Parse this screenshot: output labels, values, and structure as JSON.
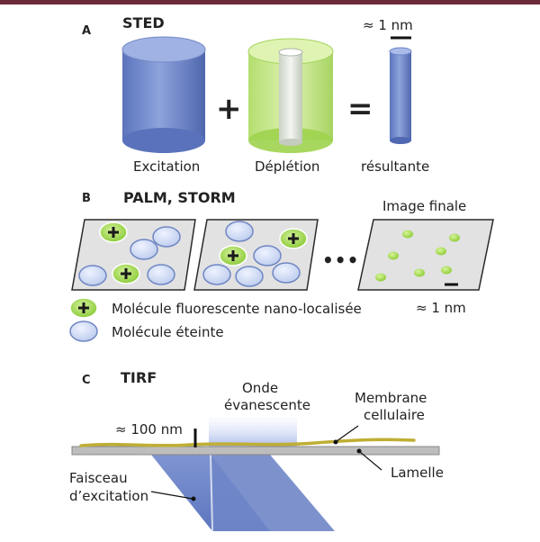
{
  "colors": {
    "top_bar": "#6b2a3a",
    "blue_fill": "#6c86c8",
    "blue_light": "#dbe4f6",
    "green_fill": "#b6e06a",
    "green_bright": "#8ccf34",
    "panel_fill": "#e2e2e2",
    "membrane": "#bfae34",
    "lamelle": "#bdbdbd"
  },
  "section_a": {
    "letter": "A",
    "title": "STED",
    "plus": "+",
    "equals": "=",
    "size_label": "≈ 1 nm",
    "label_excitation": "Excitation",
    "label_depletion": "Déplétion",
    "label_result": "résultante"
  },
  "section_b": {
    "letter": "B",
    "title": "PALM, STORM",
    "final_image_label": "Image finale",
    "ellipsis": "•••",
    "scale_label": "≈ 1 nm",
    "legend_fluorescent": "Molécule fluorescente nano-localisée",
    "legend_off": "Molécule éteinte"
  },
  "section_c": {
    "letter": "C",
    "title": "TIRF",
    "wave_label_line1": "Onde",
    "wave_label_line2": "évanescente",
    "membrane_label_line1": "Membrane",
    "membrane_label_line2": "cellulaire",
    "depth_label": "≈ 100 nm",
    "lamelle_label": "Lamelle",
    "beam_label_line1": "Faisceau",
    "beam_label_line2": "d’excitation"
  }
}
